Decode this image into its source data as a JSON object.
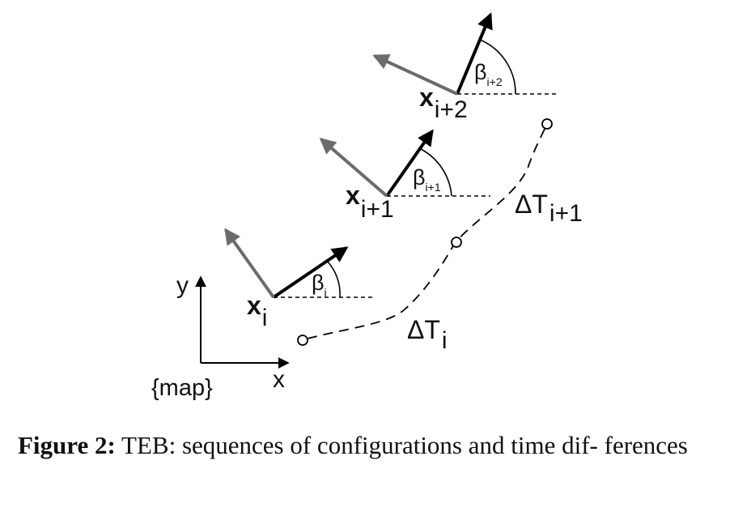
{
  "figure": {
    "frame": {
      "y_axis_label": "y",
      "x_axis_label": "x",
      "frame_label": "{map}"
    },
    "poses": [
      {
        "symbol": "x",
        "index": "i",
        "angle_symbol": "β",
        "angle_index": "i"
      },
      {
        "symbol": "x",
        "index": "i+1",
        "angle_symbol": "β",
        "angle_index": "i+1"
      },
      {
        "symbol": "x",
        "index": "i+2",
        "angle_symbol": "β",
        "angle_index": "i+2"
      }
    ],
    "time_differences": [
      {
        "symbol": "ΔT",
        "index": "i"
      },
      {
        "symbol": "ΔT",
        "index": "i+1"
      }
    ]
  },
  "caption": {
    "label": "Figure 2:",
    "text": "TEB: sequences of configurations and time dif- ferences"
  },
  "colors": {
    "heading_arrow": "#000000",
    "lateral_arrow": "#6b6b6b",
    "dashed": "#000000"
  }
}
